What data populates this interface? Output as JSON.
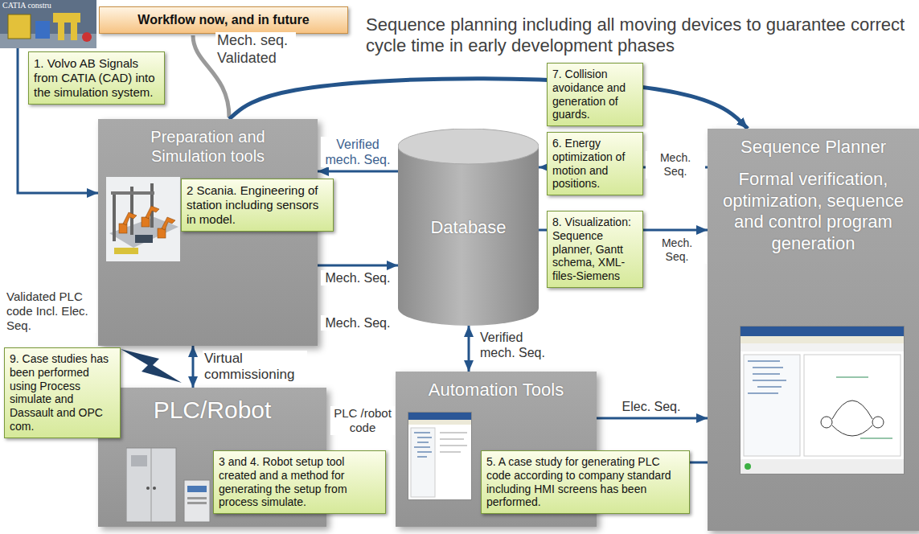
{
  "diagram": {
    "title": "Sequence planning including all moving devices to guarantee correct cycle time in early development phases",
    "nodes": [
      {
        "text": [
          "Workflow now, and in future"
        ]
      },
      {
        "text": [
          "CATIA constru"
        ]
      },
      {
        "text": [
          "1. Volvo AB Signals from CATIA (CAD) into the simulation system."
        ]
      },
      {
        "text": [
          "Preparation and Simulation tools"
        ]
      },
      {
        "text": [
          "2 Scania. Engineering of station including sensors in model."
        ]
      },
      {
        "text": [
          "7. Collision avoidance and generation of guards."
        ]
      },
      {
        "text": [
          "Database"
        ]
      },
      {
        "text": [
          "6. Energy optimization of motion and positions."
        ]
      },
      {
        "text": [
          "Sequence Planner",
          "Formal verification, optimization, sequence and control program generation"
        ]
      },
      {
        "text": [
          "8. Visualization: Sequence planner, Gantt schema, XML-files-Siemens"
        ]
      },
      {
        "text": [
          "9. Case studies has been performed using Process simulate and Dassault and OPC com."
        ]
      },
      {
        "text": [
          "PLC/Robot"
        ]
      },
      {
        "text": [
          "3 and 4. Robot setup tool created and a method for generating the setup from process simulate."
        ]
      },
      {
        "text": [
          "Automation Tools"
        ]
      },
      {
        "text": [
          "5. A case study for generating PLC code according to company standard including HMI screens has been performed."
        ]
      }
    ],
    "edges": [
      {
        "from": 1,
        "to": 3,
        "arrow": "to"
      },
      {
        "from": 3,
        "to": 8,
        "arrow": "to"
      },
      {
        "from": 6,
        "to": 3,
        "label": "Verified mech. Seq.",
        "arrow": "to"
      },
      {
        "from": 3,
        "to": 6,
        "label": "Mech. Seq.",
        "arrow": "to"
      },
      {
        "from": 8,
        "to": 6,
        "label": "Mech. Seq.",
        "arrow": "to"
      },
      {
        "from": 6,
        "to": 8,
        "label": "Mech. Seq.",
        "arrow": "to"
      },
      {
        "from": 3,
        "to": 11,
        "label": "Virtual commissioning",
        "arrow": "both"
      },
      {
        "from": 6,
        "to": 13,
        "label": "Verified mech. Seq.",
        "arrow": "both"
      },
      {
        "from": 13,
        "to": 8,
        "label": "Elec. Seq.",
        "arrow": "to"
      },
      {
        "from": 8,
        "to": 13,
        "arrow": "none"
      }
    ],
    "labels": [
      "Mech. seq. Validated",
      "Validated PLC code Incl. Elec. Seq.",
      "Mech. Seq.",
      "PLC /robot code"
    ]
  }
}
